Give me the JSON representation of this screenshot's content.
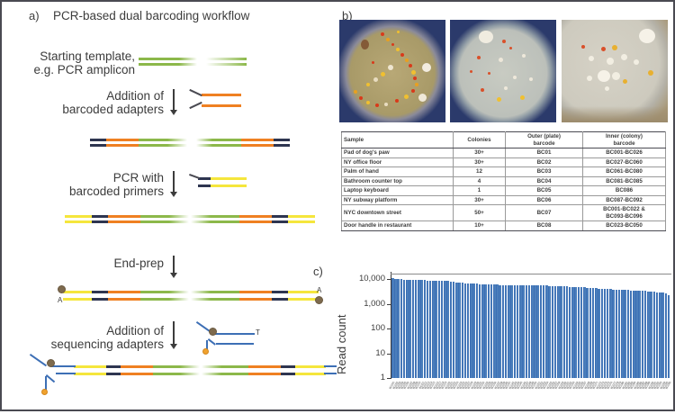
{
  "panels": {
    "a": {
      "label": "a)",
      "title": "PCR-based dual barcoding workflow"
    },
    "b": {
      "label": "b)"
    },
    "c": {
      "label": "c)"
    }
  },
  "workflow": {
    "steps": [
      {
        "id": "start",
        "text": "Starting template,\ne.g. PCR amplicon"
      },
      {
        "id": "adapters",
        "text": "Addition of\nbarcoded adapters"
      },
      {
        "id": "pcr",
        "text": "PCR with\nbarcoded primers"
      },
      {
        "id": "endprep",
        "text": "End-prep"
      },
      {
        "id": "seqadapt",
        "text": "Addition of\nsequencing adapters"
      }
    ],
    "a_tail_label": "A",
    "t_overhang_label": "T",
    "colors": {
      "template_green": "#8cb84a",
      "adapter_orange": "#ef8022",
      "barcode_navy": "#2e3550",
      "primer_yellow": "#f5e63c",
      "sequencing_blue": "#3d6fb5",
      "bead_brown": "#7d6a4e",
      "bead_orange": "#f0a22e"
    }
  },
  "photos": [
    {
      "name": "plate-photo-1"
    },
    {
      "name": "plate-photo-2"
    },
    {
      "name": "plate-photo-3"
    }
  ],
  "table": {
    "headers": [
      "Sample",
      "Colonies",
      "Outer (plate)\nbarcode",
      "Inner (colony)\nbarcode"
    ],
    "header_sample": "Sample",
    "header_colonies": "Colonies",
    "header_outer_l1": "Outer (plate)",
    "header_outer_l2": "barcode",
    "header_inner_l1": "Inner (colony)",
    "header_inner_l2": "barcode",
    "rows": [
      {
        "sample": "Pad of dog's paw",
        "colonies": "30+",
        "outer": "BC01",
        "inner": "BC001-BC026"
      },
      {
        "sample": "NY office floor",
        "colonies": "30+",
        "outer": "BC02",
        "inner": "BC027-BC060"
      },
      {
        "sample": "Palm of hand",
        "colonies": "12",
        "outer": "BC03",
        "inner": "BC061-BC080"
      },
      {
        "sample": "Bathroom counter top",
        "colonies": "4",
        "outer": "BC04",
        "inner": "BC081-BC085"
      },
      {
        "sample": "Laptop keyboard",
        "colonies": "1",
        "outer": "BC05",
        "inner": "BC086"
      },
      {
        "sample": "NY subway platform",
        "colonies": "30+",
        "outer": "BC06",
        "inner": "BC087-BC092"
      },
      {
        "sample": "NYC downtown street",
        "colonies": "50+",
        "outer": "BC07",
        "inner": "BC001-BC022 &\nBC093-BC096"
      },
      {
        "sample": "Door handle in restaurant",
        "colonies": "10+",
        "outer": "BC08",
        "inner": "BC023-BC050"
      }
    ]
  },
  "chart_data": {
    "type": "bar",
    "title": "",
    "xlabel": "",
    "ylabel": "Read count",
    "yscale": "log",
    "ylim": [
      1,
      20000
    ],
    "yticks": [
      1,
      10,
      100,
      1000,
      10000
    ],
    "ytick_labels": [
      "1",
      "10",
      "100",
      "1,000",
      "10,000"
    ],
    "grid": false,
    "bar_color": "#4a7ebb",
    "legend": "none",
    "categories": [
      "BC001",
      "BC002",
      "BC003",
      "BC004",
      "BC005",
      "BC006",
      "BC007",
      "BC008",
      "BC009",
      "BC010",
      "BC011",
      "BC012",
      "BC013",
      "BC014",
      "BC015",
      "BC016",
      "BC017",
      "BC018",
      "BC019",
      "BC020",
      "BC021",
      "BC022",
      "BC023",
      "BC024",
      "BC025",
      "BC026",
      "BC027",
      "BC028",
      "BC029",
      "BC030",
      "BC031",
      "BC032",
      "BC033",
      "BC034",
      "BC035",
      "BC036",
      "BC037",
      "BC038",
      "BC039",
      "BC040",
      "BC041",
      "BC042",
      "BC043",
      "BC044",
      "BC045",
      "BC046",
      "BC047",
      "BC048",
      "BC049",
      "BC050",
      "BC051",
      "BC052",
      "BC053",
      "BC054",
      "BC055",
      "BC056",
      "BC057",
      "BC058",
      "BC059",
      "BC060",
      "BC061",
      "BC062",
      "BC063",
      "BC064",
      "BC065",
      "BC066",
      "BC067",
      "BC068",
      "BC069",
      "BC070",
      "BC071",
      "BC072",
      "BC073",
      "BC074",
      "BC075",
      "BC076",
      "BC077",
      "BC078",
      "BC079",
      "BC080",
      "BC081",
      "BC082",
      "BC083",
      "BC084",
      "BC085",
      "BC086",
      "BC087",
      "BC088",
      "BC089",
      "BC090",
      "BC091",
      "BC092",
      "BC093",
      "BC094",
      "BC095",
      "BC096"
    ],
    "values": [
      11200,
      10400,
      10100,
      9900,
      9750,
      9600,
      9500,
      9400,
      9350,
      9250,
      9150,
      9050,
      8950,
      8850,
      8800,
      8700,
      8600,
      8500,
      8400,
      8300,
      8050,
      7700,
      7450,
      7300,
      7200,
      6950,
      6800,
      6700,
      6600,
      6500,
      6300,
      6250,
      6200,
      6150,
      6050,
      6000,
      5950,
      5900,
      5850,
      5800,
      5760,
      5720,
      5690,
      5660,
      5640,
      5620,
      5600,
      5580,
      5560,
      5540,
      5520,
      5500,
      5480,
      5460,
      5440,
      5400,
      5300,
      5200,
      5150,
      5100,
      5050,
      5000,
      4950,
      4900,
      4850,
      4800,
      4700,
      4600,
      4500,
      4450,
      4300,
      4200,
      4100,
      4000,
      3950,
      3900,
      3850,
      3800,
      3750,
      3700,
      3650,
      3600,
      3550,
      3500,
      3450,
      3400,
      3350,
      3300,
      3250,
      3200,
      3100,
      3000,
      2900,
      2800,
      2600,
      2200
    ]
  }
}
